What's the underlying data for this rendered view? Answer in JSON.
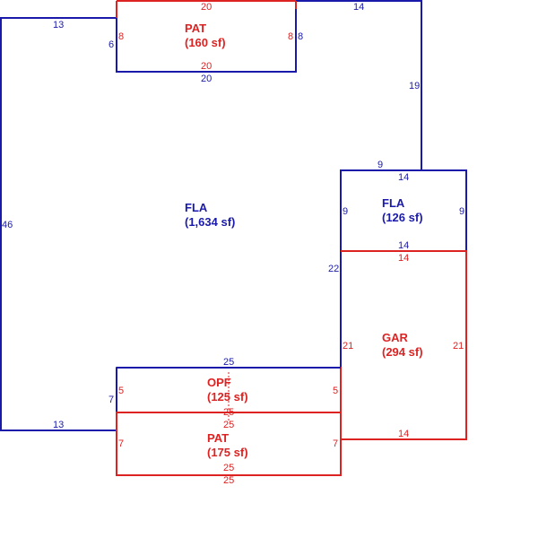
{
  "colors": {
    "living": "#1a1aaa",
    "other": "#dd2222",
    "background": "#ffffff"
  },
  "areas": {
    "fla_main": {
      "code": "FLA",
      "area": "(1,634 sf)"
    },
    "fla_small": {
      "code": "FLA",
      "area": "(126 sf)"
    },
    "pat_top": {
      "code": "PAT",
      "area": "(160 sf)"
    },
    "gar": {
      "code": "GAR",
      "area": "(294 sf)"
    },
    "opf": {
      "code": "OPF",
      "area": "(125 sf)"
    },
    "pat_bottom": {
      "code": "PAT",
      "area": "(175 sf)"
    }
  },
  "dimensions": {
    "main_left": "46",
    "main_top_left": "13",
    "main_bottom_left": "13",
    "main_top_right": "14",
    "main_right_upper": "19",
    "main_step_top": "9",
    "main_step_side": "22",
    "main_bottom_mid": "25",
    "main_left_notch": "7",
    "main_notch_upper": "6",
    "fla_small_top": "14",
    "fla_small_bottom": "14",
    "fla_small_left": "9",
    "fla_small_right": "9",
    "pat_top_top": "20",
    "pat_top_bottom_inner": "20",
    "pat_top_bottom_outer": "20",
    "pat_top_left": "8",
    "pat_top_right": "8",
    "pat_top_right_outer": "8",
    "gar_top": "14",
    "gar_bottom": "14",
    "gar_left": "21",
    "gar_right": "21",
    "opf_left": "5",
    "opf_right": "5",
    "opf_bottom": "25",
    "pat_bottom_top": "25",
    "pat_bottom_bottom_inner": "25",
    "pat_bottom_bottom_outer": "25",
    "pat_bottom_left": "7",
    "pat_bottom_right": "7"
  }
}
